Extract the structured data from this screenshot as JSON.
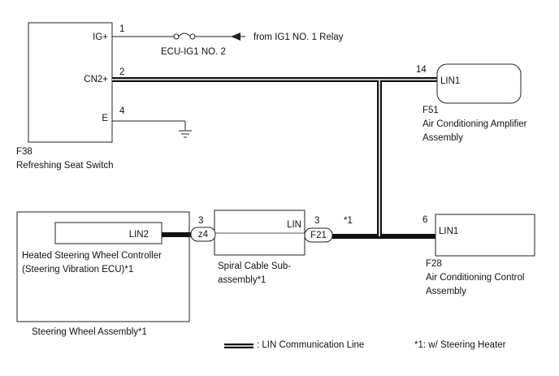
{
  "switch_box": {
    "pins": [
      {
        "label": "IG+",
        "num": "1"
      },
      {
        "label": "CN2+",
        "num": "2"
      },
      {
        "label": "E",
        "num": "4"
      }
    ],
    "code": "F38",
    "name": "Refreshing Seat Switch"
  },
  "relay_source": "from IG1 NO. 1 Relay",
  "fuse": "ECU-IG1 NO. 2",
  "amplifier": {
    "pin_num": "14",
    "pin_label": "LIN1",
    "code": "F51",
    "name_line1": "Air Conditioning Amplifier",
    "name_line2": "Assembly"
  },
  "control": {
    "pin_num": "6",
    "pin_label": "LIN1",
    "code": "F28",
    "name_line1": "Air Conditioning Control",
    "name_line2": "Assembly"
  },
  "wheel_controller": {
    "pin_label": "LIN2",
    "name_line1": "Heated Steering Wheel Controller",
    "name_line2": "(Steering Vibration ECU)*1"
  },
  "steering_wheel_assembly": "Steering Wheel Assembly*1",
  "spiral_cable": {
    "pin_label": "LIN",
    "name_line1": "Spiral Cable Sub-",
    "name_line2": "assembly*1"
  },
  "connector_z4": {
    "code": "z4",
    "num": "3"
  },
  "connector_f21": {
    "code": "F21",
    "num": "3"
  },
  "note_marker": "*1",
  "legend": {
    "lin_line": ": LIN Communication Line",
    "footnote": "*1: w/ Steering Heater"
  }
}
